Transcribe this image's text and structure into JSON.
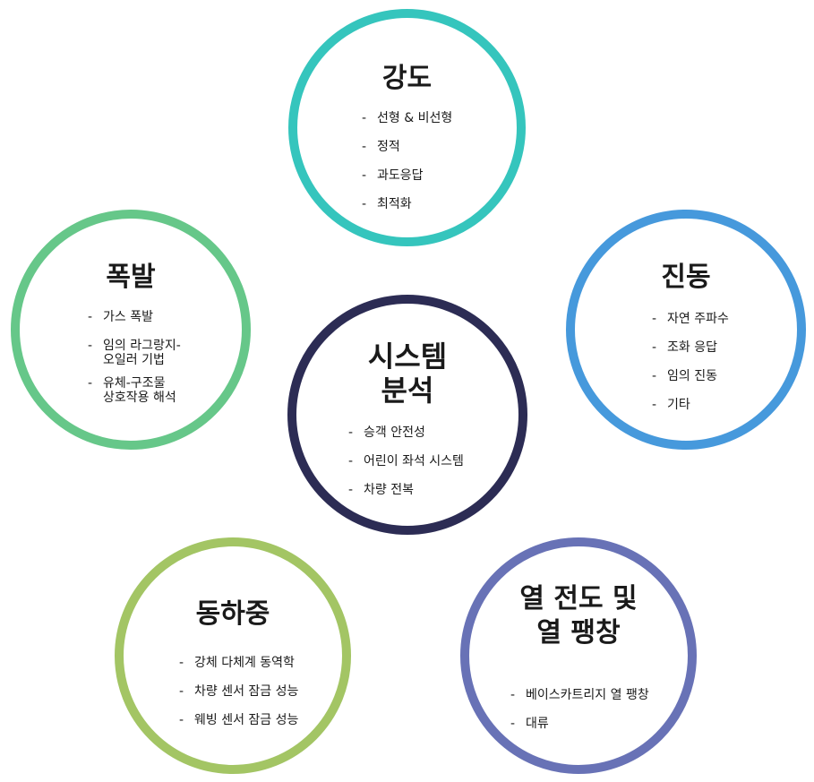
{
  "colors": {
    "strength": "#35c5bd",
    "vibration": "#4699dc",
    "explosion": "#66c789",
    "system": "#2c2c54",
    "dynamic": "#a3c564",
    "thermal": "#6872b6"
  },
  "nodes": {
    "strength": {
      "title": [
        "강도"
      ],
      "items": [
        [
          "선형 & 비선형"
        ],
        [
          "정적"
        ],
        [
          "과도응답"
        ],
        [
          "최적화"
        ]
      ]
    },
    "explosion": {
      "title": [
        "폭발"
      ],
      "items": [
        [
          "가스 폭발"
        ],
        [
          "임의 라그랑지-",
          "오일러 기법"
        ],
        [
          "유체-구조물",
          "상호작용 해석"
        ]
      ]
    },
    "vibration": {
      "title": [
        "진동"
      ],
      "items": [
        [
          "자연 주파수"
        ],
        [
          "조화 응답"
        ],
        [
          "임의 진동"
        ],
        [
          "기타"
        ]
      ]
    },
    "system": {
      "title": [
        "시스템",
        "분석"
      ],
      "items": [
        [
          "승객 안전성"
        ],
        [
          "어린이 좌석 시스템"
        ],
        [
          "차량 전복"
        ]
      ]
    },
    "dynamic": {
      "title": [
        "동하중"
      ],
      "items": [
        [
          "강체 다체계 동역학"
        ],
        [
          "차량 센서 잠금 성능"
        ],
        [
          "웨빙 센서 잠금 성능"
        ]
      ]
    },
    "thermal": {
      "title": [
        "열 전도 및",
        "열 팽창"
      ],
      "items": [
        [
          "베이스카트리지 열 팽창"
        ],
        [
          "대류"
        ]
      ]
    }
  }
}
